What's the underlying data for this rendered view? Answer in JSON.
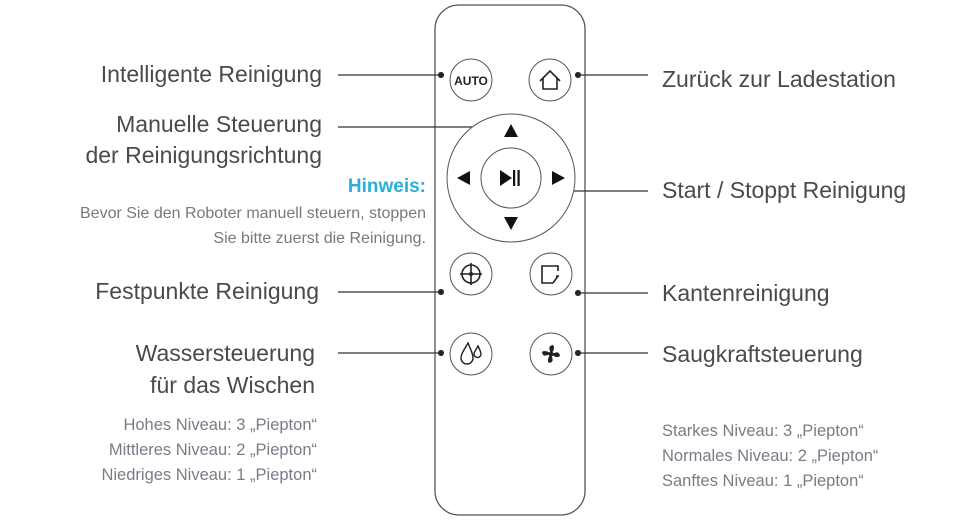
{
  "left_labels": {
    "auto": "Intelligente Reinigung",
    "manual_line1": "Manuelle Steuerung",
    "manual_line2": "der Reinigungsrichtung",
    "spot": "Festpunkte Reinigung",
    "water_line1": "Wassersteuerung",
    "water_line2": "für das Wischen"
  },
  "hint": {
    "title": "Hinweis:",
    "line1": "Bevor Sie den Roboter manuell steuern, stoppen",
    "line2": "Sie bitte zuerst die Reinigung."
  },
  "water_levels": [
    "Hohes Niveau: 3 „Piepton“",
    "Mittleres Niveau: 2 „Piepton“",
    "Niedriges Niveau: 1 „Piepton“"
  ],
  "right_labels": {
    "home": "Zurück zur Ladestation",
    "start": "Start / Stoppt Reinigung",
    "edge": "Kantenreinigung",
    "suction": "Saugkraftsteuerung"
  },
  "suction_levels": [
    "Starkes Niveau: 3 „Piepton“",
    "Normales Niveau: 2 „Piepton“",
    "Sanftes Niveau: 1 „Piepton“"
  ],
  "remote": {
    "auto_button": "AUTO"
  },
  "colors": {
    "text": "#4a4a4a",
    "sub": "#7d7a88",
    "hint": "#2ab0d8",
    "line": "#333333"
  }
}
